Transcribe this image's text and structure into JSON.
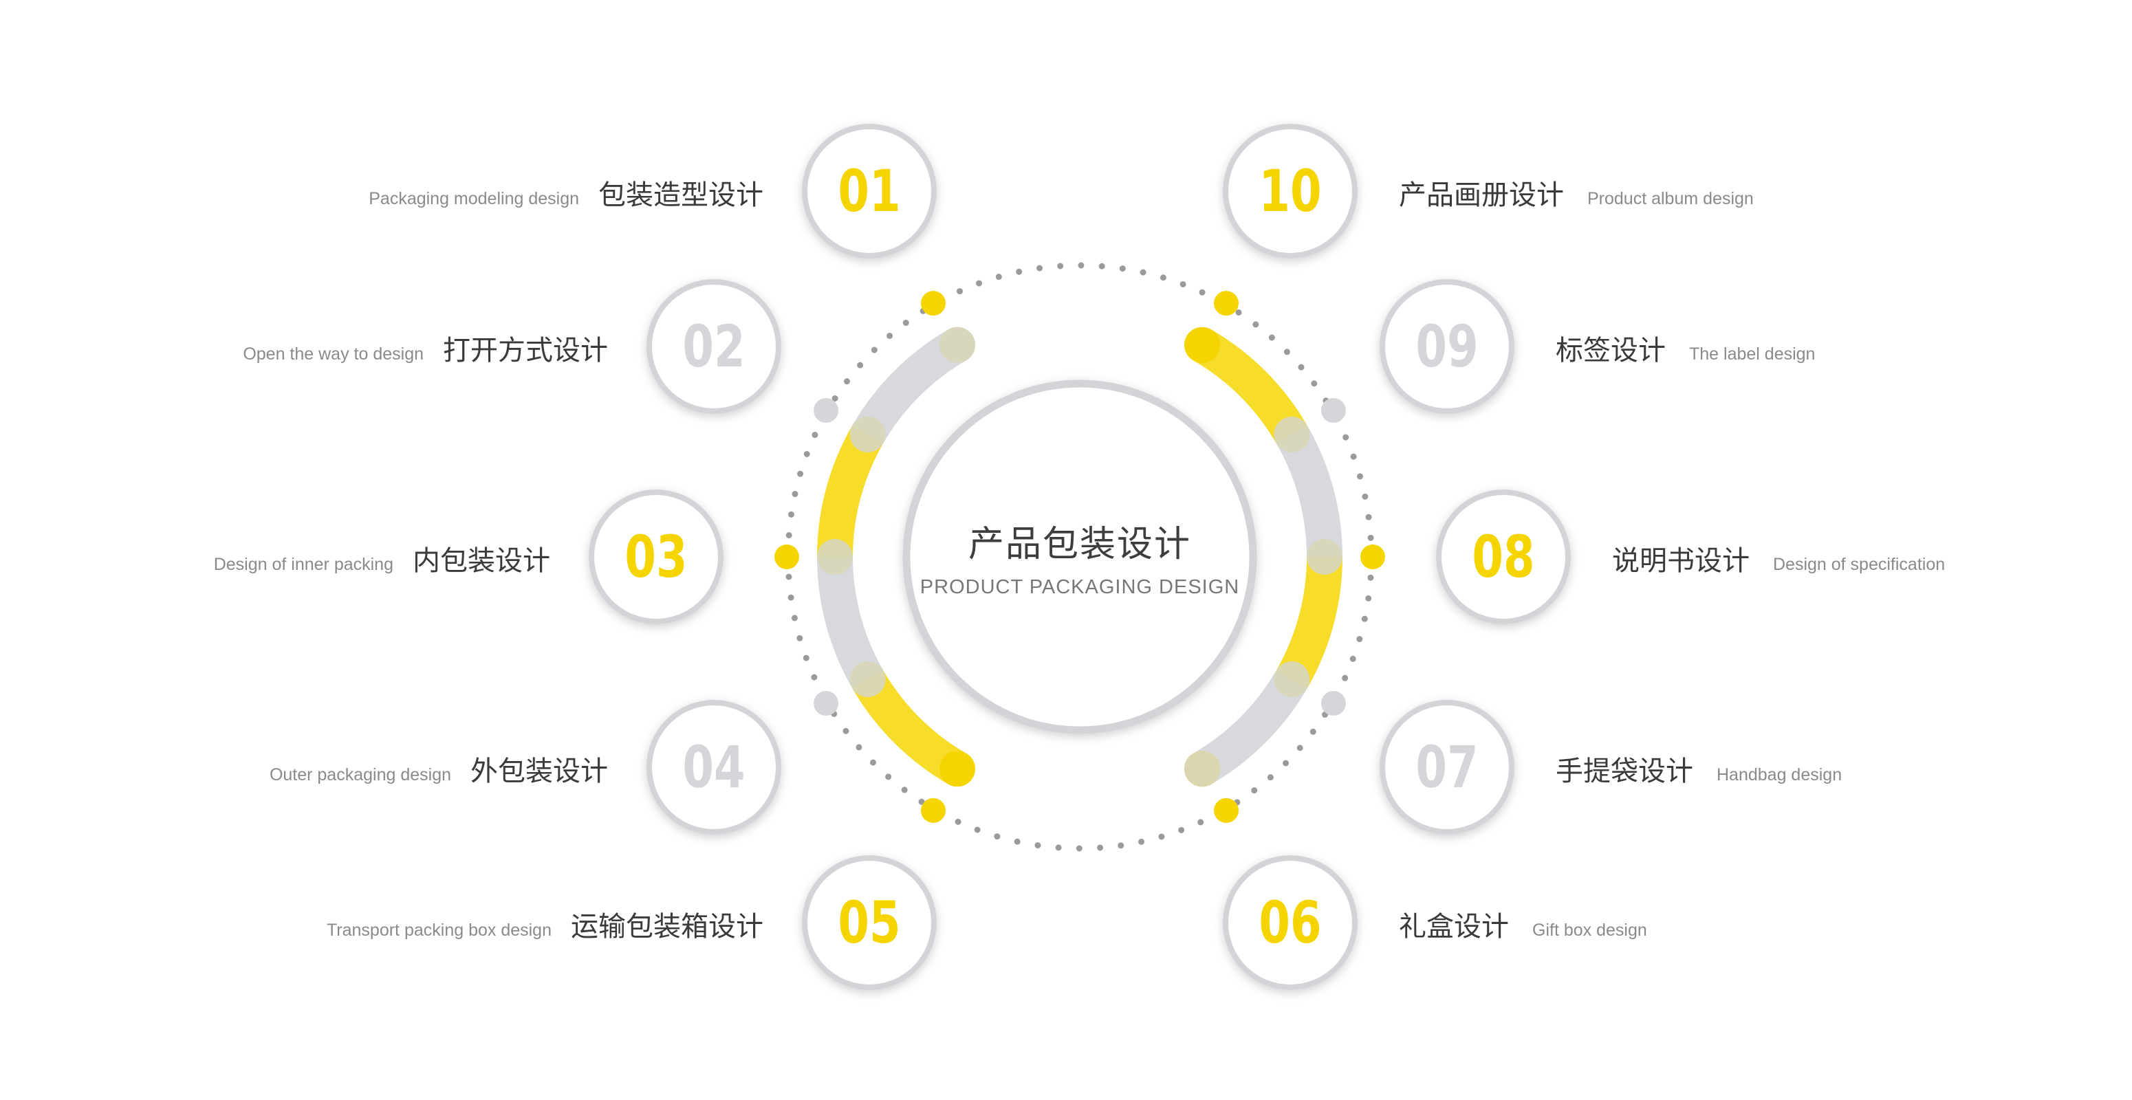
{
  "center": {
    "title": "产品包装设计",
    "subtitle": "PRODUCT PACKAGING DESIGN"
  },
  "colors": {
    "yellow": "#F5D400",
    "arc_yellow": "#F7DC2A",
    "gray": "#D8D9DC",
    "number_gray": "#D5D6D9",
    "dot_gray": "#9A9A9A"
  },
  "items": [
    {
      "number": "01",
      "zh": "包装造型设计",
      "en": "Packaging modeling design",
      "highlight": true
    },
    {
      "number": "02",
      "zh": "打开方式设计",
      "en": "Open the way to design",
      "highlight": false
    },
    {
      "number": "03",
      "zh": "内包装设计",
      "en": "Design of inner packing",
      "highlight": true
    },
    {
      "number": "04",
      "zh": "外包装设计",
      "en": "Outer packaging design",
      "highlight": false
    },
    {
      "number": "05",
      "zh": "运输包装箱设计",
      "en": "Transport packing box design",
      "highlight": true
    },
    {
      "number": "06",
      "zh": "礼盒设计",
      "en": "Gift box design",
      "highlight": true
    },
    {
      "number": "07",
      "zh": "手提袋设计",
      "en": "Handbag design",
      "highlight": false
    },
    {
      "number": "08",
      "zh": "说明书设计",
      "en": "Design of specification",
      "highlight": true
    },
    {
      "number": "09",
      "zh": "标签设计",
      "en": "The label design",
      "highlight": false
    },
    {
      "number": "10",
      "zh": "产品画册设计",
      "en": "Product album design",
      "highlight": true
    }
  ]
}
